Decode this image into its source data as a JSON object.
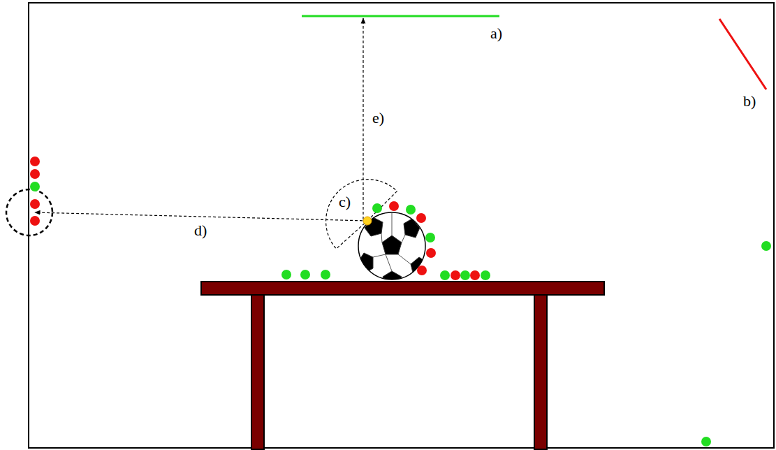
{
  "diagram": {
    "labels": [
      "a)",
      "b)",
      "c)",
      "d)",
      "e)"
    ]
  }
}
